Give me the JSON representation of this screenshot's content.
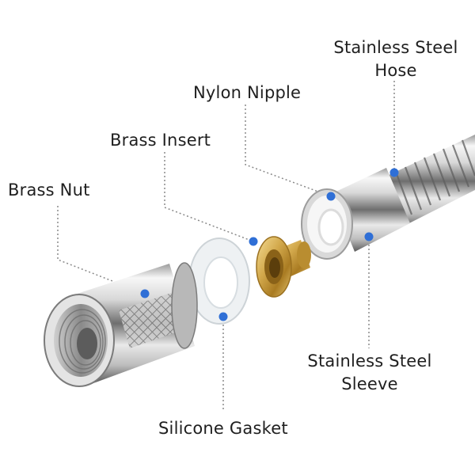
{
  "labels": {
    "stainless_steel_hose": {
      "line1": "Stainless Steel",
      "line2": "Hose"
    },
    "nylon_nipple": "Nylon Nipple",
    "brass_insert": "Brass Insert",
    "brass_nut": "Brass Nut",
    "stainless_steel_sleeve": {
      "line1": "Stainless Steel",
      "line2": "Sleeve"
    },
    "silicone_gasket": "Silicone Gasket"
  },
  "colors": {
    "marker": "#2f6fd6",
    "leader_line": "#8a8a8a",
    "chrome_light": "#f4f4f4",
    "chrome_dark": "#6d6d6d",
    "brass": "#c8a24a",
    "gasket": "#eef1f3"
  }
}
